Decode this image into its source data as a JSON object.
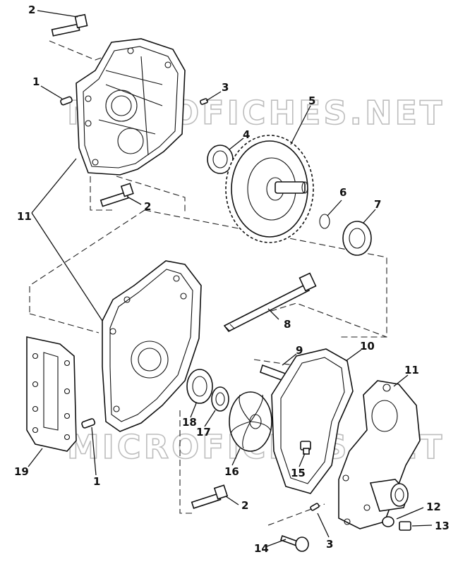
{
  "watermark": "MICROFICHES.NET",
  "callouts": {
    "c2a": "2",
    "c1a": "1",
    "c3a": "3",
    "c5": "5",
    "c4": "4",
    "c2b": "2",
    "c11a": "11",
    "c6": "6",
    "c7": "7",
    "c8": "8",
    "c9": "9",
    "c10": "10",
    "c11b": "11",
    "c18": "18",
    "c17": "17",
    "c16": "16",
    "c15": "15",
    "c19": "19",
    "c1b": "1",
    "c2c": "2",
    "c12": "12",
    "c3b": "3",
    "c13": "13",
    "c14": "14"
  }
}
